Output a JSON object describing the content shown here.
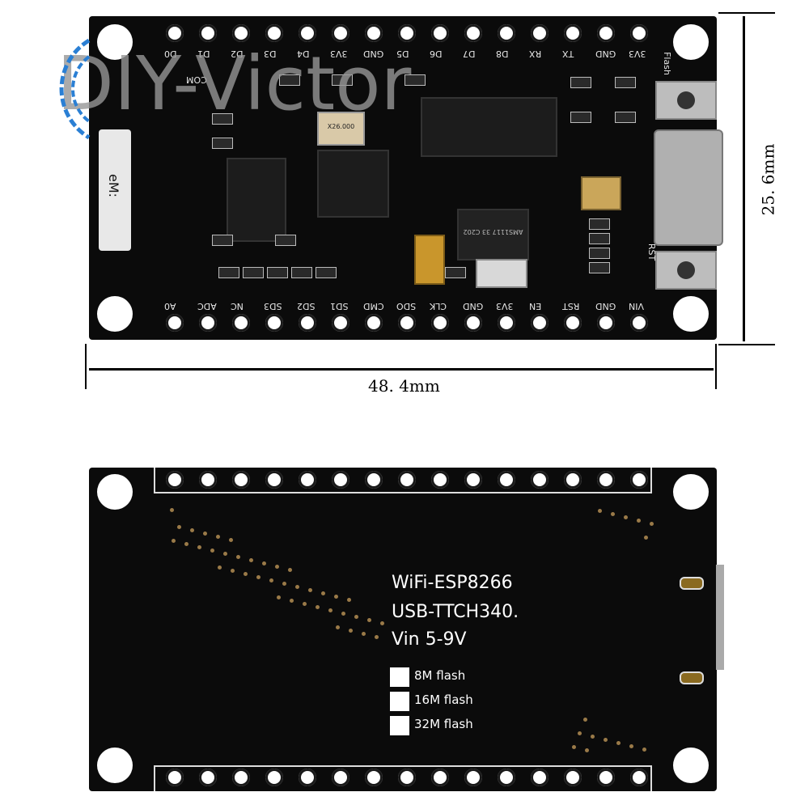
{
  "watermark": {
    "text": "DIY-Victor"
  },
  "top_board": {
    "top_pins": [
      "D0",
      "D1",
      "D2",
      "D3",
      "D4",
      "3V3",
      "GND",
      "D5",
      "D6",
      "D7",
      "D8",
      "RX",
      "TX",
      "GND",
      "3V3"
    ],
    "bottom_pins": [
      "A0",
      "ADC",
      "NC",
      "SD3",
      "SD2",
      "SD1",
      "CMD",
      "SDO",
      "CLK",
      "GND",
      "3V3",
      "EN",
      "RST",
      "GND",
      "VIN"
    ],
    "flash_label": "Flash",
    "rst_label": "RST",
    "com_label": "COM",
    "logo_label": "eM:",
    "regulator_text": "AMS1117 33 C202",
    "crystal_text": "X26.000"
  },
  "dimensions": {
    "width": "48. 4mm",
    "height": "25. 6mm"
  },
  "bottom_board": {
    "lines": [
      "WiFi-ESP8266",
      "USB-TTCH340.",
      "Vin 5-9V"
    ],
    "flash_options": [
      "8M flash",
      "16M flash",
      "32M flash"
    ]
  }
}
